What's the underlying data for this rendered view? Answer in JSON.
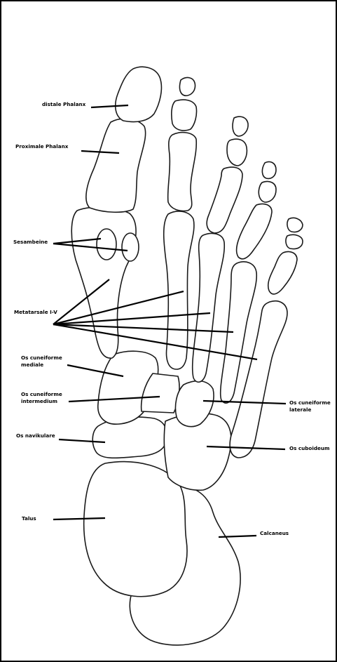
{
  "labels": {
    "distal_phalanx": "distale Phalanx",
    "proximal_phalanx": "Proximale Phalanx",
    "sesamoid": "Sesambeine",
    "metatarsals": "Metatarsale I-V",
    "cuneiform_medial_1": "Os cuneiforme",
    "cuneiform_medial_2": "mediale",
    "cuneiform_intermediate_1": "Os cuneiforme",
    "cuneiform_intermediate_2": "intermedium",
    "cuneiform_lateral_1": "Os cuneiforme",
    "cuneiform_lateral_2": "laterale",
    "navicular": "Os navikulare",
    "cuboid": "Os cuboideum",
    "talus": "Talus",
    "calcaneus": "Calcaneus"
  }
}
